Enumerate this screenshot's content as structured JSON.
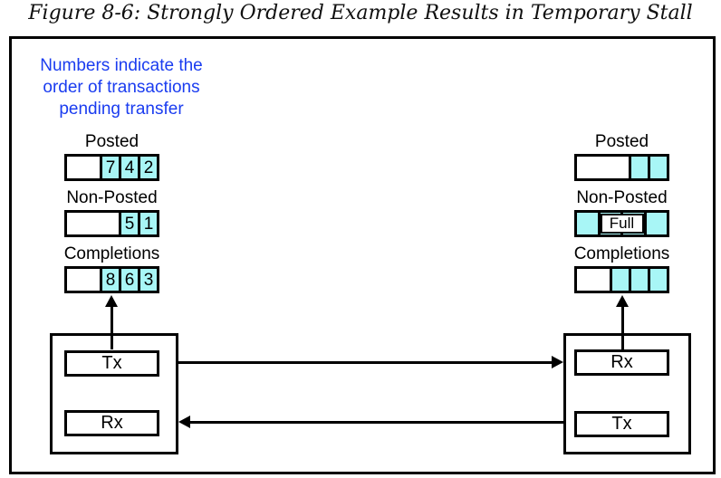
{
  "figure": {
    "title": "Figure 8-6: Strongly Ordered Example Results in Temporary Stall"
  },
  "note": {
    "line1": "Numbers indicate the",
    "line2": "order of transactions",
    "line3": "pending transfer",
    "color": "#1a3cf0"
  },
  "colors": {
    "queue_cell_fill": "#a8f6f6",
    "line_and_border": "#000000",
    "background": "#ffffff"
  },
  "left_device": {
    "queues": [
      {
        "label": "Posted",
        "cells": [
          "7",
          "4",
          "2"
        ]
      },
      {
        "label": "Non-Posted",
        "cells": [
          "5",
          "1"
        ]
      },
      {
        "label": "Completions",
        "cells": [
          "8",
          "6",
          "3"
        ]
      }
    ],
    "ports": [
      {
        "label": "Tx"
      },
      {
        "label": "Rx"
      }
    ]
  },
  "right_device": {
    "queues": [
      {
        "label": "Posted",
        "cells": [
          "",
          ""
        ]
      },
      {
        "label": "Non-Posted",
        "cells": [
          "",
          "",
          "",
          ""
        ],
        "overlay": "Full"
      },
      {
        "label": "Completions",
        "cells": [
          "",
          "",
          ""
        ]
      }
    ],
    "ports": [
      {
        "label": "Rx"
      },
      {
        "label": "Tx"
      }
    ]
  }
}
